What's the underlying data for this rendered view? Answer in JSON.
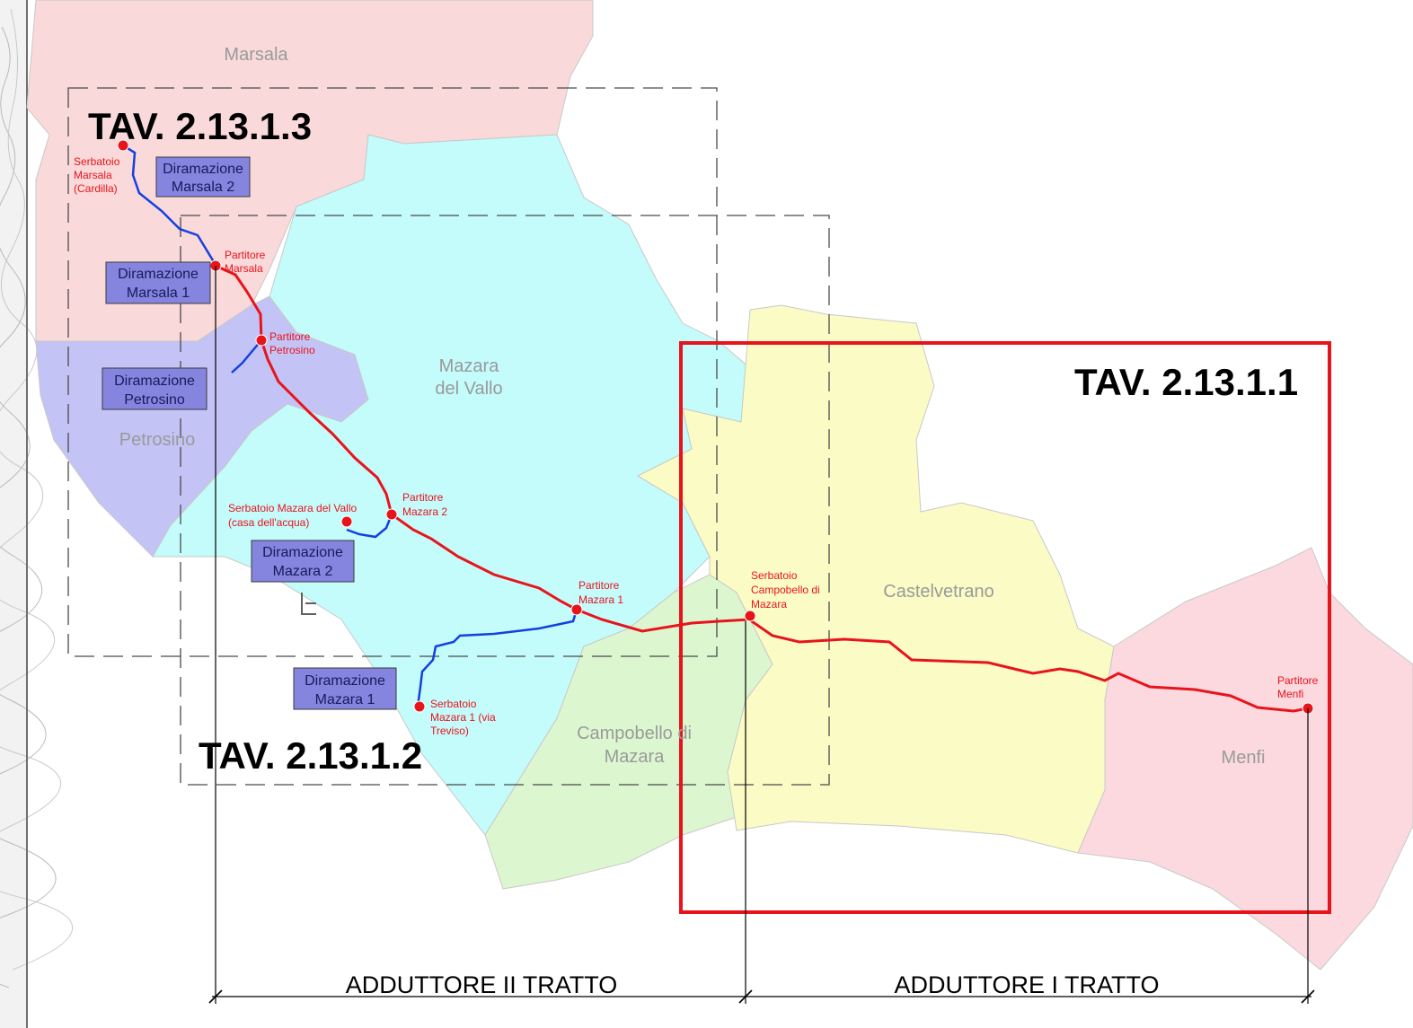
{
  "colors": {
    "marsala": "#f9d9d9",
    "petrosino": "#c3c3f5",
    "mazara": "#c4fbfb",
    "campobello": "#dcf7cf",
    "castelvetrano": "#fbfbc6",
    "menfi": "#fbd9df",
    "main_pipe": "#e8141c",
    "branch_pipe": "#1540e0",
    "branch_box": "#8585e0",
    "tav_frame": "#e8141c"
  },
  "municipalities": {
    "marsala": "Marsala",
    "petrosino": "Petrosino",
    "mazara": [
      "Mazara",
      "del Vallo"
    ],
    "campobello": [
      "Campobello di",
      "Mazara"
    ],
    "castelvetrano": "Castelvetrano",
    "menfi": "Menfi"
  },
  "tav_labels": {
    "t1": "TAV. 2.13.1.1",
    "t2": "TAV. 2.13.1.2",
    "t3": "TAV. 2.13.1.3"
  },
  "branches": {
    "marsala_2": [
      "Diramazione",
      "Marsala 2"
    ],
    "marsala_1": [
      "Diramazione",
      "Marsala 1"
    ],
    "petrosino": [
      "Diramazione",
      "Petrosino"
    ],
    "mazara_2": [
      "Diramazione",
      "Mazara 2"
    ],
    "mazara_1": [
      "Diramazione",
      "Mazara 1"
    ]
  },
  "points": {
    "serbatoio_marsala": [
      "Serbatoio",
      "Marsala",
      "(Cardilla)"
    ],
    "partitore_marsala": [
      "Partitore",
      "Marsala"
    ],
    "partitore_petrosino": [
      "Partitore",
      "Petrosino"
    ],
    "serbatoio_mazara_vallo": [
      "Serbatoio Mazara del Vallo",
      "(casa dell'acqua)"
    ],
    "partitore_mazara_2": [
      "Partitore",
      "Mazara 2"
    ],
    "partitore_mazara_1": [
      "Partitore",
      "Mazara 1"
    ],
    "serbatoio_mazara_1": [
      "Serbatoio",
      "Mazara 1 (via",
      "Treviso)"
    ],
    "serbatoio_campobello": [
      "Serbatoio",
      "Campobello di",
      "Mazara"
    ],
    "partitore_menfi": [
      "Partitore",
      "Menfi"
    ]
  },
  "sections": {
    "tratto_2": "ADDUTTORE II TRATTO",
    "tratto_1": "ADDUTTORE I TRATTO"
  }
}
